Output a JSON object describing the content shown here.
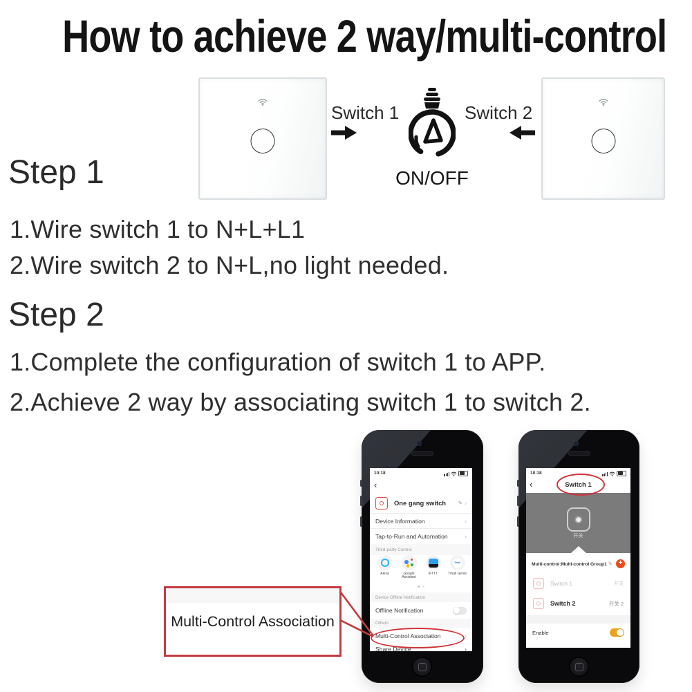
{
  "title": "How to achieve 2 way/multi-control",
  "diagram": {
    "switch1_label": "Switch 1",
    "switch2_label": "Switch 2",
    "onoff_label": "ON/OFF"
  },
  "step1": {
    "heading": "Step 1",
    "line1": "1.Wire switch 1 to N+L+L1",
    "line2": "2.Wire switch 2 to N+L,no light needed."
  },
  "step2": {
    "heading": "Step 2",
    "line1": "1.Complete the configuration of switch 1 to APP.",
    "line2": "2.Achieve 2 way by associating switch 1 to switch 2."
  },
  "callout": {
    "label": "Multi-Control Association"
  },
  "phone1": {
    "status_time": "10:18",
    "back": "‹",
    "device_name": "One gang switch",
    "edit_icon": "✎",
    "chevron": "›",
    "row_device_info": "Device Information",
    "row_tap_to_run": "Tap-to-Run and Automation",
    "section_third_party": "Third-party Control",
    "integrations": [
      {
        "name": "Alexa"
      },
      {
        "name": "Google Assistant"
      },
      {
        "name": "IFTTT"
      },
      {
        "name": "Tmall Genie"
      }
    ],
    "tmall_glyph_text": "Tmall",
    "section_offline": "Device Offline Notification",
    "row_offline": "Offline Notification",
    "section_others": "Others",
    "row_multi_control": "Multi-Control Association",
    "row_partial": "Share Device"
  },
  "phone2": {
    "status_time": "10:18",
    "back": "‹",
    "nav_title": "Switch 1",
    "switch_button_label": "开关",
    "group_header": "Multi-control:Multi-control Group1",
    "group_edit_icon": "✎",
    "plus_label": "+",
    "rows": [
      {
        "name": "Switch 1",
        "right": "开关"
      },
      {
        "name": "Switch 2",
        "right": "开关 2"
      }
    ],
    "enable_label": "Enable"
  },
  "colors": {
    "annotation_red": "#c23b40",
    "ellipse_red": "#cf3339",
    "device_icon_red": "#e34a4a",
    "plus_button_orange": "#f04a17",
    "toggle_on_orange": "#f0a11c",
    "phone_gray_panel": "#7b7b7b",
    "alexa_blue": "#2fb7ef",
    "ifttt_blue": "#2e9ff2"
  }
}
